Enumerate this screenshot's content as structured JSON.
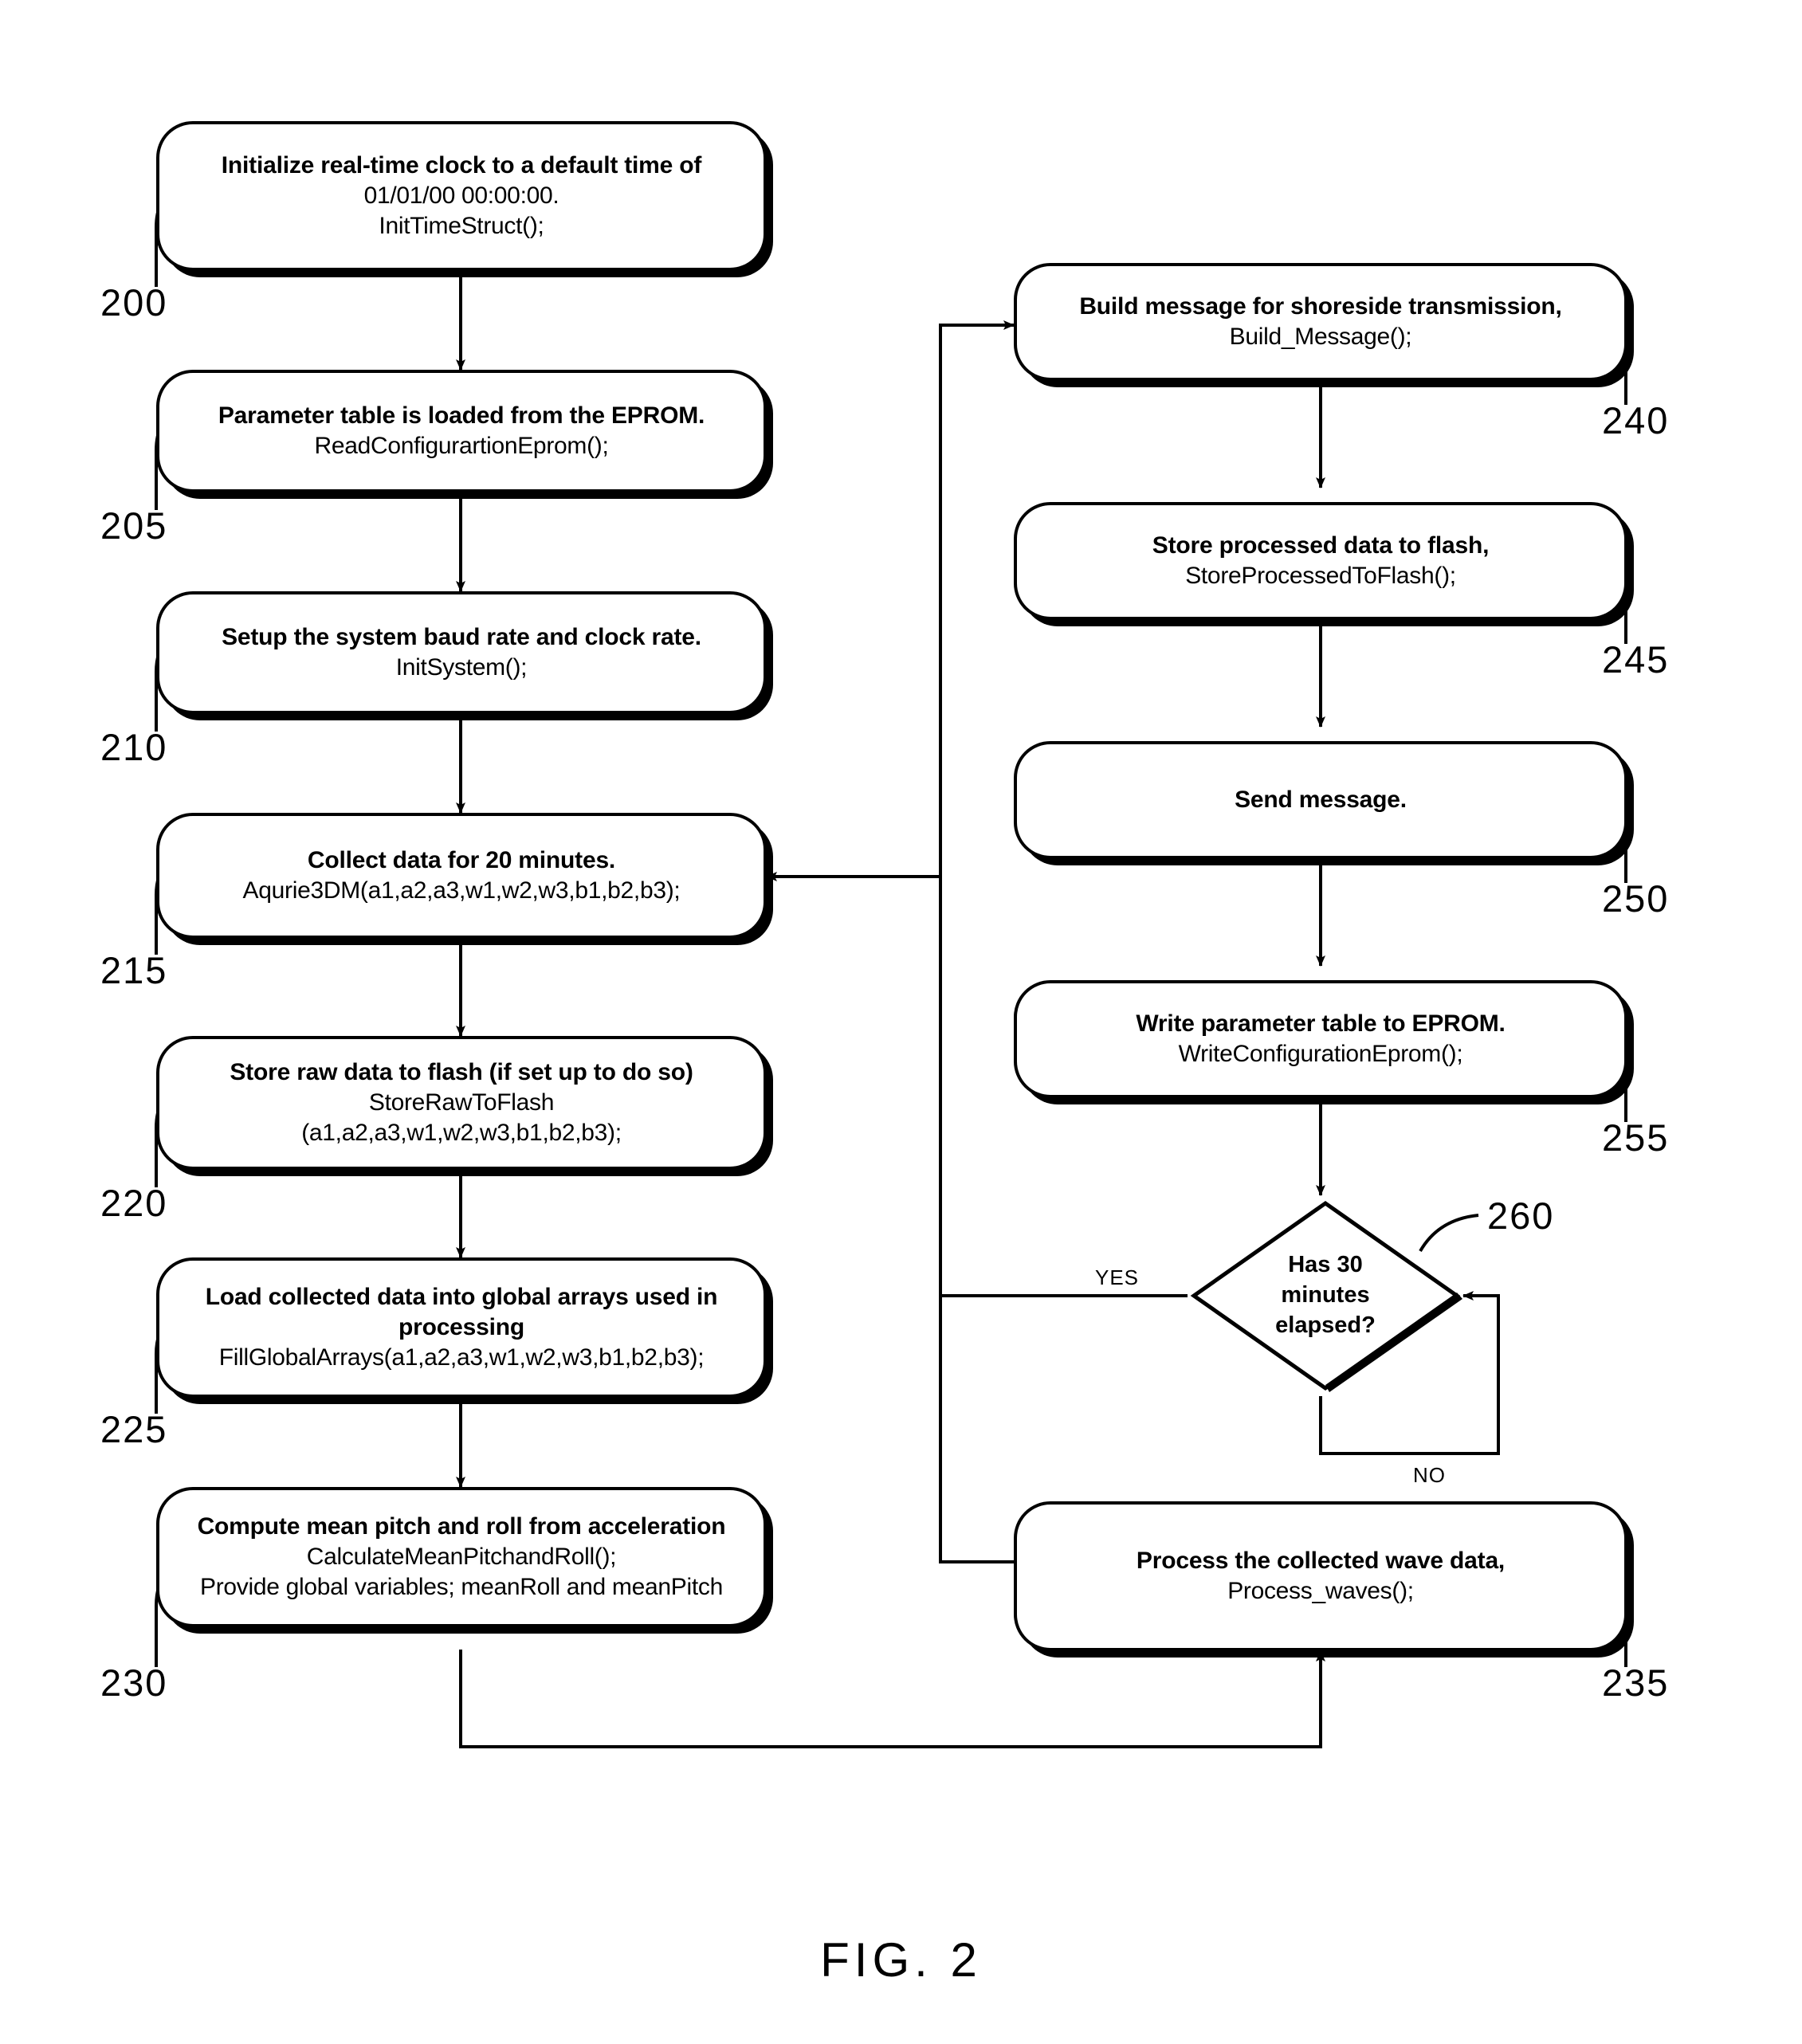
{
  "figure": {
    "caption": "FIG. 2"
  },
  "edge_labels": {
    "yes": "YES",
    "no": "NO"
  },
  "nodes": [
    {
      "id": "init-clock",
      "ref": "200",
      "lines": [
        {
          "text": "Initialize real-time clock to a default time of",
          "bold": true
        },
        {
          "text": "01/01/00 00:00:00.",
          "bold": false
        },
        {
          "text": "InitTimeStruct();",
          "bold": false
        }
      ]
    },
    {
      "id": "load-parameter-table",
      "ref": "205",
      "lines": [
        {
          "text": "Parameter table is loaded from the EPROM.",
          "bold": true
        },
        {
          "text": "ReadConfigurartionEprom();",
          "bold": false
        }
      ]
    },
    {
      "id": "setup-baud-clock",
      "ref": "210",
      "lines": [
        {
          "text": "Setup the system baud rate and clock rate.",
          "bold": true
        },
        {
          "text": "InitSystem();",
          "bold": false
        }
      ]
    },
    {
      "id": "collect-data",
      "ref": "215",
      "lines": [
        {
          "text": "Collect data for 20 minutes.",
          "bold": true
        },
        {
          "text": "Aqurie3DM(a1,a2,a3,w1,w2,w3,b1,b2,b3);",
          "bold": false
        }
      ]
    },
    {
      "id": "store-raw-data",
      "ref": "220",
      "lines": [
        {
          "text": "Store raw data to flash (if set up to do so)",
          "bold": true
        },
        {
          "text": "StoreRawToFlash",
          "bold": false
        },
        {
          "text": "(a1,a2,a3,w1,w2,w3,b1,b2,b3);",
          "bold": false
        }
      ]
    },
    {
      "id": "load-global-arrays",
      "ref": "225",
      "lines": [
        {
          "text": "Load collected data into global arrays used in",
          "bold": true
        },
        {
          "text": "processing",
          "bold": true
        },
        {
          "text": "FillGlobalArrays(a1,a2,a3,w1,w2,w3,b1,b2,b3);",
          "bold": false
        }
      ]
    },
    {
      "id": "compute-pitch-roll",
      "ref": "230",
      "lines": [
        {
          "text": "Compute mean pitch and roll from acceleration",
          "bold": true
        },
        {
          "text": "CalculateMeanPitchandRoll();",
          "bold": false
        },
        {
          "text": "Provide global variables; meanRoll and meanPitch",
          "bold": false
        }
      ]
    },
    {
      "id": "build-message",
      "ref": "240",
      "lines": [
        {
          "text": "Build message for shoreside transmission,",
          "bold": true
        },
        {
          "text": "Build_Message();",
          "bold": false
        }
      ]
    },
    {
      "id": "store-processed-data",
      "ref": "245",
      "lines": [
        {
          "text": "Store processed data to flash,",
          "bold": true
        },
        {
          "text": "StoreProcessedToFlash();",
          "bold": false
        }
      ]
    },
    {
      "id": "send-message",
      "ref": "250",
      "lines": [
        {
          "text": "Send message.",
          "bold": true
        }
      ]
    },
    {
      "id": "write-parameter-table",
      "ref": "255",
      "lines": [
        {
          "text": "Write parameter table to EPROM.",
          "bold": true
        },
        {
          "text": "WriteConfigurationEprom();",
          "bold": false
        }
      ]
    },
    {
      "id": "process-waves",
      "ref": "235",
      "lines": [
        {
          "text": "Process the collected wave data,",
          "bold": true
        },
        {
          "text": "Process_waves();",
          "bold": false
        }
      ]
    }
  ],
  "decision": {
    "id": "has-30-minutes-elapsed",
    "ref": "260",
    "lines": [
      "Has 30",
      "minutes",
      "elapsed?"
    ]
  }
}
